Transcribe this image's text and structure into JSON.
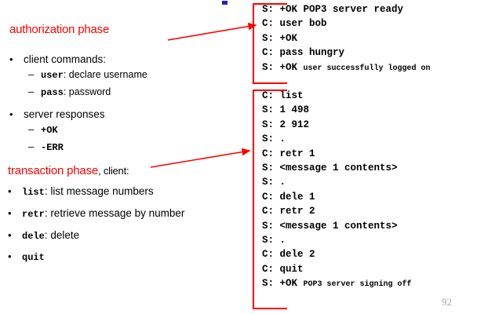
{
  "slide": {
    "artifacts": {
      "page_number": "92",
      "blue_marker": "blue-rectangle-fragment"
    }
  },
  "left": {
    "authorization": {
      "heading": "authorization phase",
      "bullets": [
        {
          "marker": "•",
          "text": "client commands:",
          "children": [
            {
              "marker": "–",
              "code": "user",
              "text": ": declare username"
            },
            {
              "marker": "–",
              "code": "pass",
              "text": ": password"
            }
          ]
        },
        {
          "marker": "•",
          "text": "server responses",
          "children": [
            {
              "marker": "–",
              "code": "+OK",
              "text": ""
            },
            {
              "marker": "–",
              "code": "-ERR",
              "text": ""
            }
          ]
        }
      ]
    },
    "transaction": {
      "heading_red": "transaction phase",
      "heading_black": ", client:",
      "bullets": [
        {
          "marker": "•",
          "code": "list",
          "text": ": list message numbers"
        },
        {
          "marker": "•",
          "code": "retr",
          "text": ": retrieve message by number"
        },
        {
          "marker": "•",
          "code": "dele",
          "text": ": delete"
        },
        {
          "marker": "•",
          "code": "quit",
          "text": ""
        }
      ]
    }
  },
  "transcripts": {
    "authorization": {
      "lines": [
        {
          "big": "S: +OK POP3 server ready",
          "small": ""
        },
        {
          "big": "C: user bob",
          "small": ""
        },
        {
          "big": "S: +OK",
          "small": ""
        },
        {
          "big": "C: pass hungry",
          "small": ""
        },
        {
          "big": "S: +OK ",
          "small": "user successfully logged on"
        }
      ]
    },
    "transaction": {
      "lines": [
        {
          "big": "C: list",
          "small": ""
        },
        {
          "big": "S: 1 498",
          "small": ""
        },
        {
          "big": "S: 2 912",
          "small": ""
        },
        {
          "big": "S: .",
          "small": ""
        },
        {
          "big": "C: retr 1",
          "small": ""
        },
        {
          "big": "S: <message 1 contents>",
          "small": ""
        },
        {
          "big": "S: .",
          "small": ""
        },
        {
          "big": "C: dele 1",
          "small": ""
        },
        {
          "big": "C: retr 2",
          "small": ""
        },
        {
          "big": "S: <message 1 contents>",
          "small": ""
        },
        {
          "big": "S: .",
          "small": ""
        },
        {
          "big": "C: dele 2",
          "small": ""
        },
        {
          "big": "C: quit",
          "small": ""
        },
        {
          "big": "S: +OK ",
          "small": "POP3 server signing off"
        }
      ]
    }
  },
  "colors": {
    "accent_red": "#ff0000",
    "text_black": "#000000",
    "background": "#ffffff"
  }
}
